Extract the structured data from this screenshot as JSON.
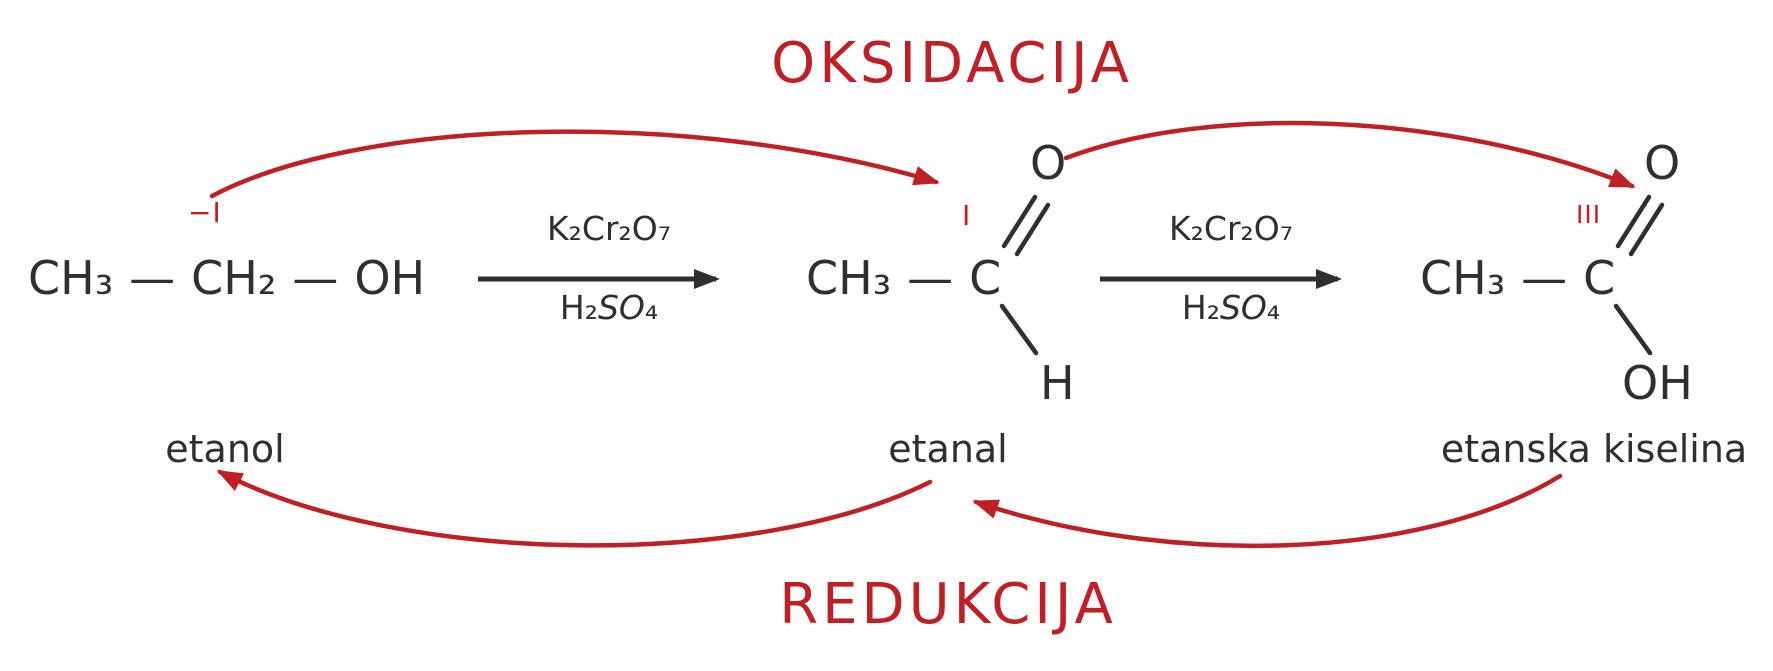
{
  "titles": {
    "oxidation": "OKSIDACIJA",
    "reduction": "REDUKCIJA"
  },
  "colors": {
    "accent_red": "#bf2026",
    "text_dark": "#2f2f2f"
  },
  "reagents": {
    "line1": "K₂Cr₂O₇",
    "line2_parts": [
      "H₂",
      "SO",
      "₄"
    ]
  },
  "molecules": {
    "etanol": {
      "parts": [
        "CH₃",
        "—",
        "CH₂",
        "—",
        "OH"
      ],
      "oxidation_state": "−I",
      "label": "etanol"
    },
    "etanal": {
      "parts": [
        "CH₃",
        "—",
        "C"
      ],
      "oxidation_state": "I",
      "double_bond_atom": "O",
      "single_bond_atom": "H",
      "label": "etanal"
    },
    "etanska_kiselina": {
      "parts": [
        "CH₃",
        "—",
        "C"
      ],
      "oxidation_state": "III",
      "double_bond_atom": "O",
      "single_bond_atom": "OH",
      "label": "etanska kiselina"
    }
  }
}
